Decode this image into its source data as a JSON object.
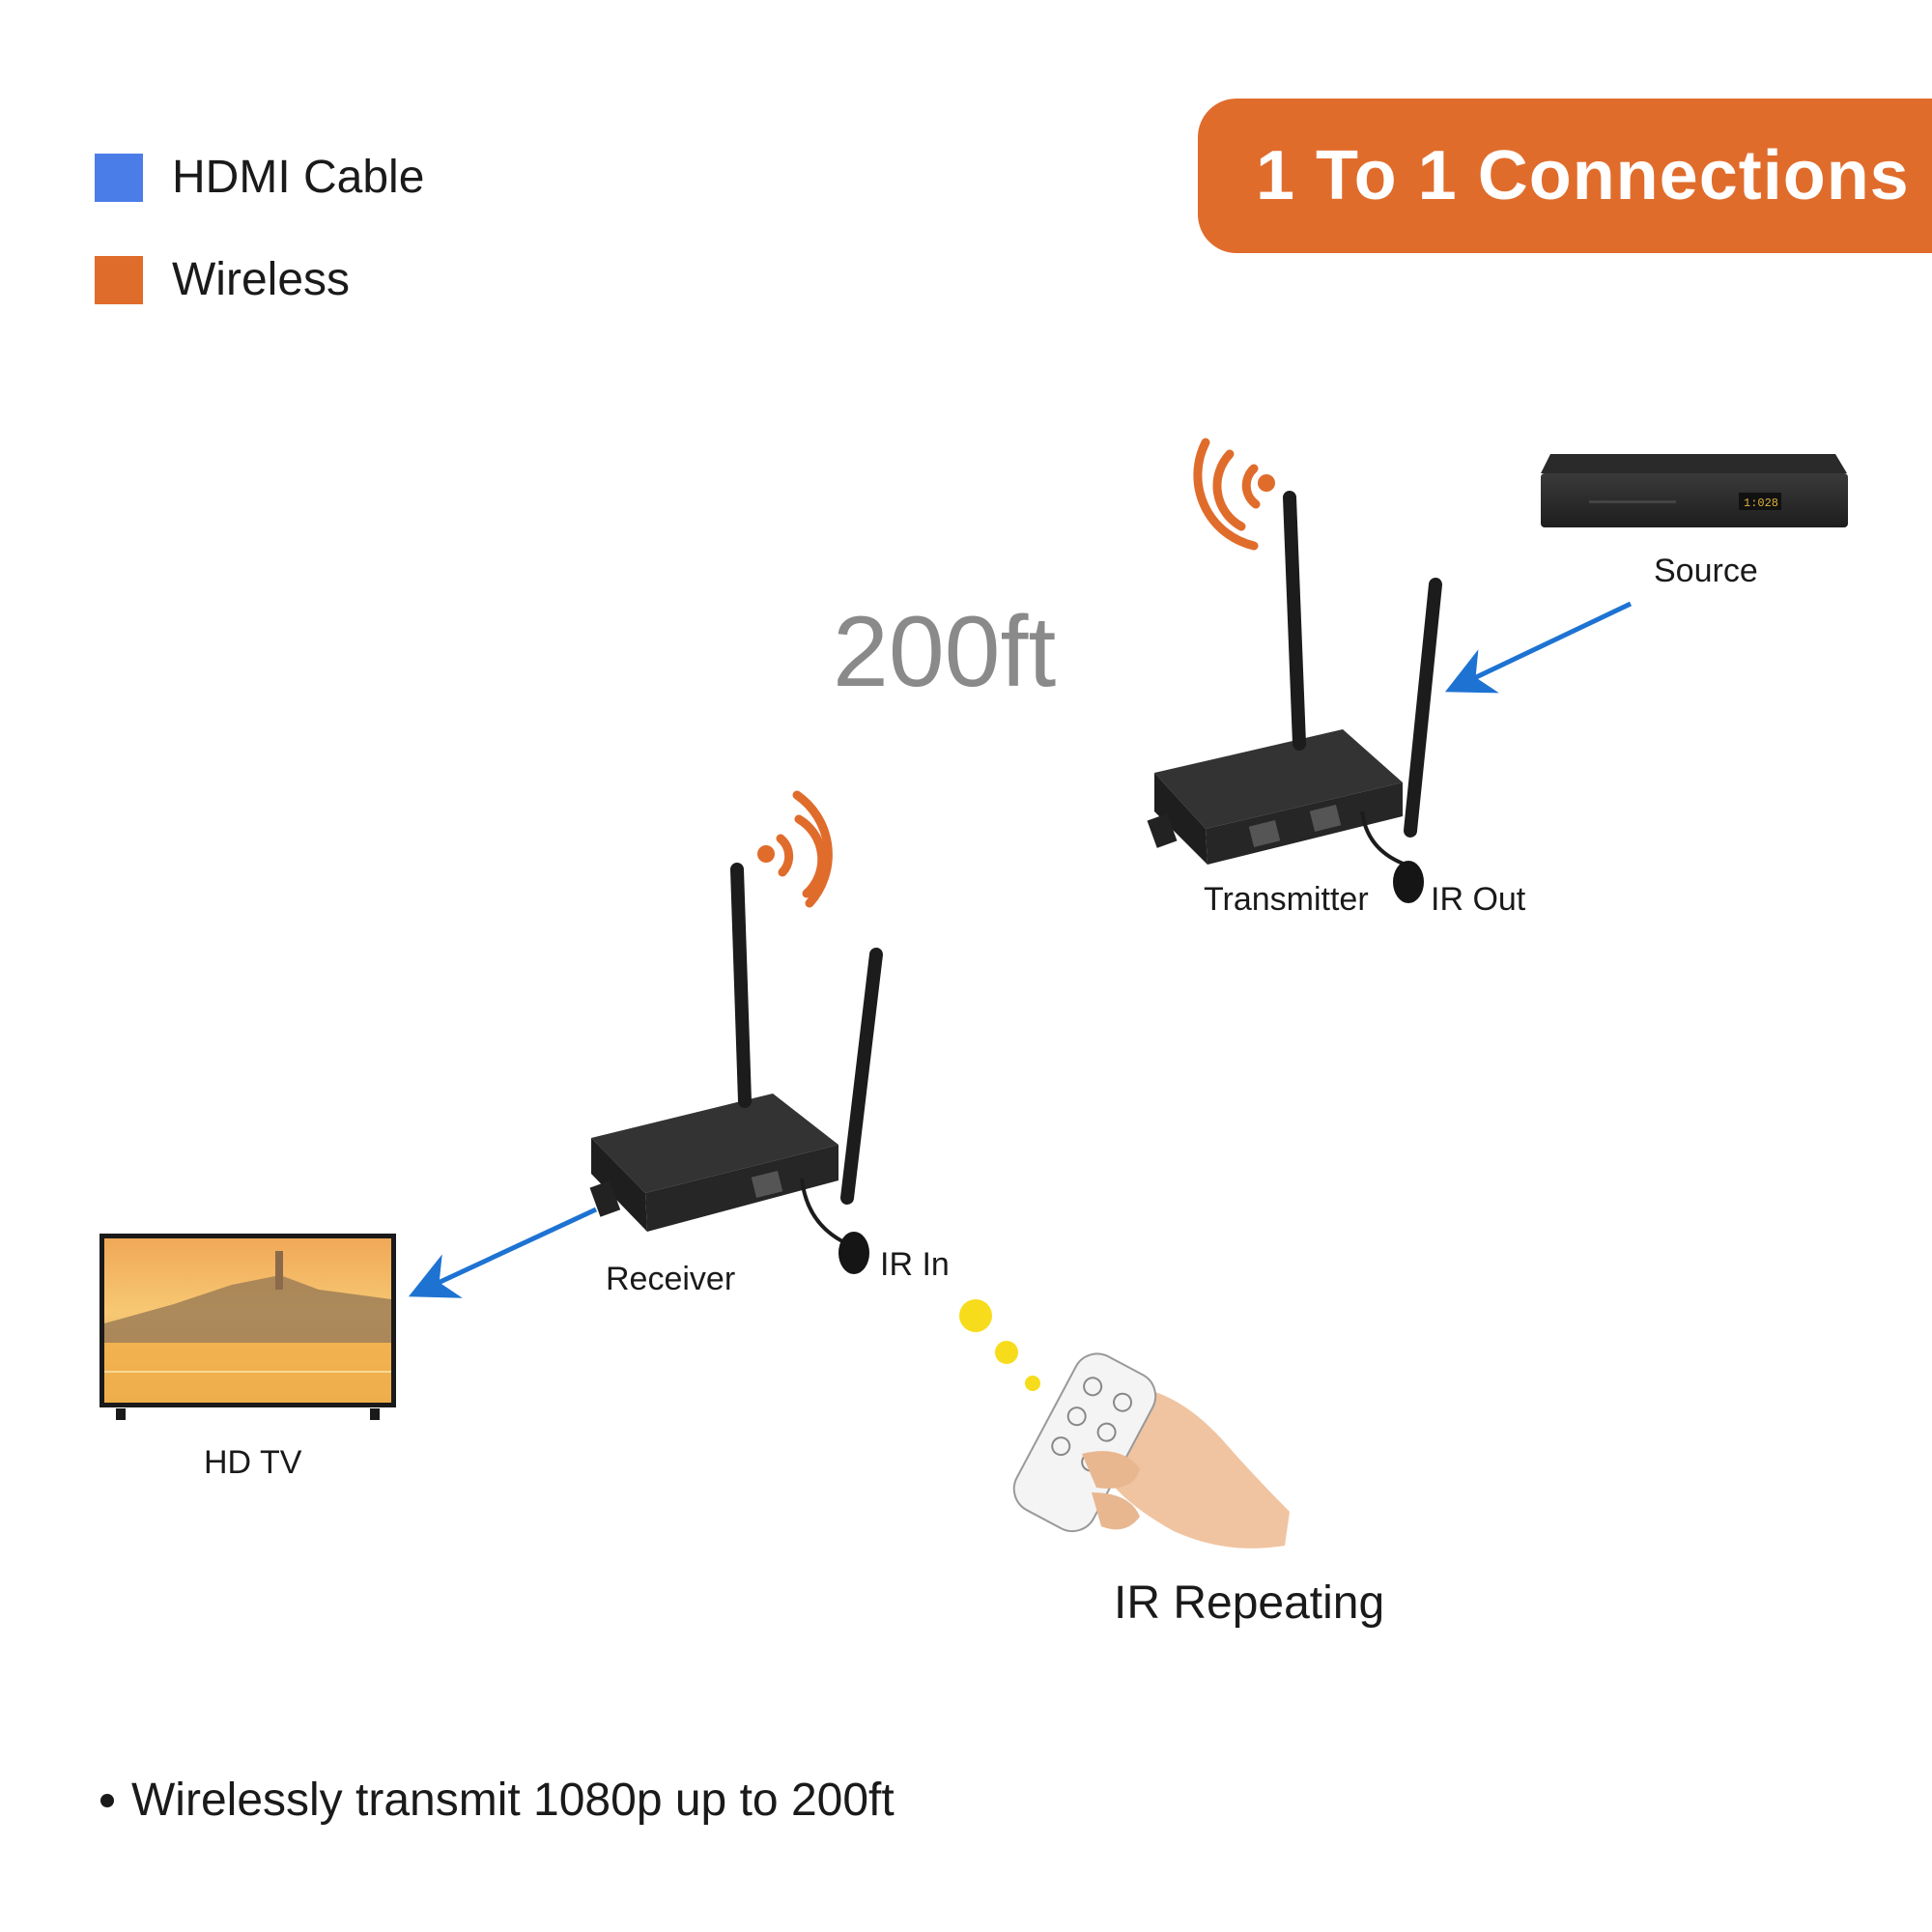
{
  "legend": {
    "items": [
      {
        "label": "HDMI Cable",
        "color": "#4a7de8"
      },
      {
        "label": "Wireless",
        "color": "#e06c2c"
      }
    ]
  },
  "banner": {
    "title": "1 To 1 Connections",
    "color": "#e06c2c"
  },
  "distance": {
    "label": "200ft"
  },
  "devices": {
    "source_label": "Source",
    "transmitter_label": "Transmitter",
    "ir_out_label": "IR Out",
    "receiver_label": "Receiver",
    "ir_in_label": "IR In",
    "tv_label": "HD TV"
  },
  "ir_caption": "IR Repeating",
  "features": [
    "Wirelessly transmit 1080p up to 200ft"
  ],
  "colors": {
    "arrow": "#1e73d2",
    "wireless": "#e06c2c",
    "ir_dots": "#f7dc1c",
    "device": "#2b2b2b"
  }
}
